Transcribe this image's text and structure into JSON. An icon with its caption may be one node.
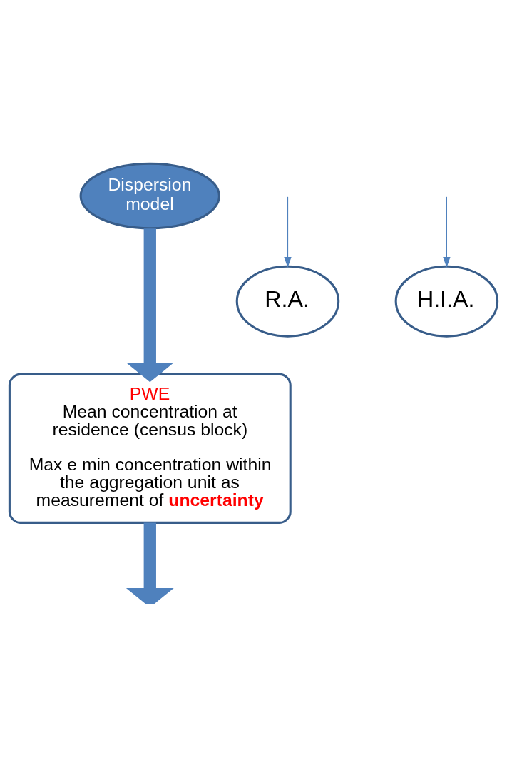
{
  "diagram": {
    "nodes": [
      {
        "text": [
          "Dispersion model"
        ]
      },
      {
        "text": [
          "PWE",
          "Mean concentration at residence (census block)",
          "Max e min concentration within the aggregation unit as measurement of **uncertainty**"
        ]
      },
      {
        "text": [
          "R.A."
        ]
      },
      {
        "text": [
          "H.I.A."
        ]
      }
    ],
    "edges": [
      {
        "from": 0,
        "to": 1,
        "arrow": "to",
        "style": "thick"
      },
      {
        "from": 1,
        "to": null,
        "arrow": "to",
        "style": "thick"
      },
      {
        "from": null,
        "to": 2,
        "arrow": "to"
      },
      {
        "from": null,
        "to": 3,
        "arrow": "to"
      }
    ]
  }
}
